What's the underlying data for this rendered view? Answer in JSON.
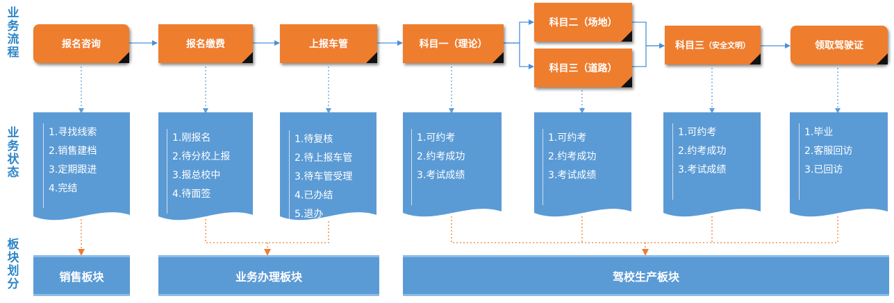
{
  "row_labels": {
    "process": [
      "业",
      "务",
      "流",
      "程"
    ],
    "status": [
      "业",
      "务",
      "状",
      "态"
    ],
    "module": [
      "板",
      "块",
      "划",
      "分"
    ]
  },
  "process": [
    {
      "label": "报名咨询"
    },
    {
      "label": "报名缴费"
    },
    {
      "label": "上报车管"
    },
    {
      "label": "科目一（理论）"
    },
    {
      "label": "科目二（场地）"
    },
    {
      "label": "科目三（道路）"
    },
    {
      "label": "科目三",
      "label_small": "（安全文明）"
    },
    {
      "label": "领取驾驶证"
    }
  ],
  "status": [
    {
      "items": [
        "1.寻找线索",
        "2.销售建档",
        "3.定期跟进",
        "4.完结"
      ]
    },
    {
      "items": [
        "1.刚报名",
        "2.待分校上报",
        "3.报总校中",
        "4.待面签"
      ]
    },
    {
      "items": [
        "1.待复核",
        "2.待上报车管",
        "3.待车管受理",
        "4.已办结",
        "5.退办"
      ]
    },
    {
      "items": [
        "1.可约考",
        "2.约考成功",
        "3.考试成绩"
      ]
    },
    {
      "items": [
        "1.可约考",
        "2.约考成功",
        "3.考试成绩"
      ]
    },
    {
      "items": [
        "1.可约考",
        "2.约考成功",
        "3.考试成绩"
      ]
    },
    {
      "items": [
        "1.毕业",
        "2.客服回访",
        "3.已回访"
      ]
    }
  ],
  "modules": [
    {
      "label": "销售板块"
    },
    {
      "label": "业务办理板块"
    },
    {
      "label": "驾校生产板块"
    }
  ],
  "colors": {
    "process_fill": "#ee7d2e",
    "status_fill": "#5b9bd5",
    "module_fill": "#5b9bd5",
    "label_text": "#2e86c8",
    "connector": "#4a90d9",
    "dotted_down": "#5aa0dc",
    "dotted_merge": "#ee7d2e"
  }
}
